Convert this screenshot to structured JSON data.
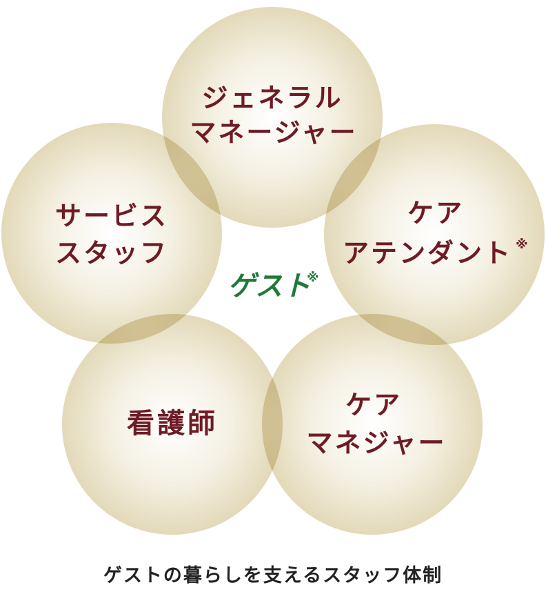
{
  "colors": {
    "circle_fill": "#eae3cc",
    "circle_edge": "#c8b98c",
    "role_text": "#6e1b25",
    "guest_text": "#1f7a37",
    "caption_text": "#222222"
  },
  "center": {
    "label": "ゲスト",
    "mark": "※"
  },
  "roles": [
    {
      "id": "general-manager",
      "lines": [
        "ジェネラル",
        "マネージャー"
      ],
      "mark": ""
    },
    {
      "id": "care-attendant",
      "lines": [
        "ケア",
        "アテンダント"
      ],
      "mark": "※"
    },
    {
      "id": "care-manager",
      "lines": [
        "ケア",
        "マネジャー"
      ],
      "mark": ""
    },
    {
      "id": "nurse",
      "lines": [
        "看護師"
      ],
      "mark": ""
    },
    {
      "id": "service-staff",
      "lines": [
        "サービス",
        "スタッフ"
      ],
      "mark": ""
    }
  ],
  "caption": "ゲストの暮らしを支えるスタッフ体制"
}
